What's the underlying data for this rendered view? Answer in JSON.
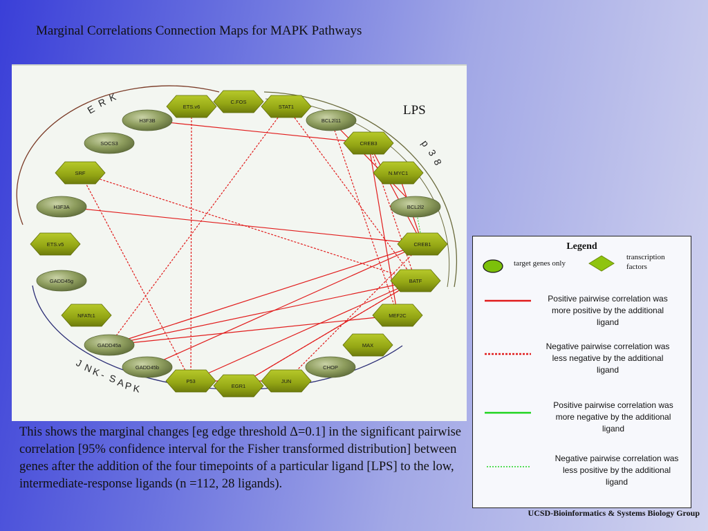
{
  "title": "Marginal Correlations Connection Maps for MAPK Pathways",
  "diagram": {
    "ligand_label": "LPS",
    "arc_labels": {
      "erk": "ERK",
      "p38": "p38",
      "jnk": "JNK-SAPK"
    },
    "nodes": [
      {
        "id": "ETS.v6",
        "shape": "diamond"
      },
      {
        "id": "C.FOS",
        "shape": "diamond"
      },
      {
        "id": "STAT1",
        "shape": "diamond"
      },
      {
        "id": "H3F3B",
        "shape": "ellipse"
      },
      {
        "id": "BCL2l11",
        "shape": "ellipse"
      },
      {
        "id": "SOCS3",
        "shape": "ellipse"
      },
      {
        "id": "CREB3",
        "shape": "diamond"
      },
      {
        "id": "SRF",
        "shape": "diamond"
      },
      {
        "id": "N.MYC1",
        "shape": "diamond"
      },
      {
        "id": "H3F3A",
        "shape": "ellipse"
      },
      {
        "id": "BCL2l2",
        "shape": "ellipse"
      },
      {
        "id": "CREB1",
        "shape": "diamond"
      },
      {
        "id": "ETS.v5",
        "shape": "diamond"
      },
      {
        "id": "GADD45g",
        "shape": "ellipse"
      },
      {
        "id": "BATF",
        "shape": "diamond"
      },
      {
        "id": "NFATc1",
        "shape": "diamond"
      },
      {
        "id": "MEF2C",
        "shape": "diamond"
      },
      {
        "id": "MAX",
        "shape": "diamond"
      },
      {
        "id": "GADD45a",
        "shape": "ellipse"
      },
      {
        "id": "GADD45b",
        "shape": "ellipse"
      },
      {
        "id": "CHOP",
        "shape": "ellipse"
      },
      {
        "id": "P53",
        "shape": "diamond"
      },
      {
        "id": "EGR1",
        "shape": "diamond"
      },
      {
        "id": "JUN",
        "shape": "diamond"
      }
    ],
    "edges": [
      {
        "from": "H3F3B",
        "to": "CREB3",
        "type": "positive-more-positive"
      },
      {
        "from": "H3F3A",
        "to": "CREB1",
        "type": "positive-more-positive"
      },
      {
        "from": "BCL2l11",
        "to": "BCL2l2",
        "type": "positive-more-positive"
      },
      {
        "from": "CREB3",
        "to": "CREB1",
        "type": "positive-more-positive"
      },
      {
        "from": "CREB3",
        "to": "MEF2C",
        "type": "positive-more-positive"
      },
      {
        "from": "N.MYC1",
        "to": "CREB1",
        "type": "positive-more-positive"
      },
      {
        "from": "CREB1",
        "to": "GADD45a",
        "type": "positive-more-positive"
      },
      {
        "from": "BATF",
        "to": "GADD45a",
        "type": "positive-more-positive"
      },
      {
        "from": "BATF",
        "to": "P53",
        "type": "positive-more-positive"
      },
      {
        "from": "BATF",
        "to": "EGR1",
        "type": "positive-more-positive"
      },
      {
        "from": "CREB1",
        "to": "GADD45b",
        "type": "positive-more-positive"
      },
      {
        "from": "MEF2C",
        "to": "GADD45a",
        "type": "positive-more-positive"
      },
      {
        "from": "P53",
        "to": "JUN",
        "type": "positive-more-positive"
      },
      {
        "from": "ETS.v6",
        "to": "P53",
        "type": "negative-less-negative"
      },
      {
        "from": "STAT1",
        "to": "GADD45a",
        "type": "negative-less-negative"
      },
      {
        "from": "STAT1",
        "to": "BATF",
        "type": "negative-less-negative"
      },
      {
        "from": "BCL2l11",
        "to": "MEF2C",
        "type": "negative-less-negative"
      },
      {
        "from": "SRF",
        "to": "P53",
        "type": "negative-less-negative"
      },
      {
        "from": "SRF",
        "to": "BATF",
        "type": "negative-less-negative"
      },
      {
        "from": "CREB3",
        "to": "BATF",
        "type": "negative-less-negative"
      },
      {
        "from": "JUN",
        "to": "CREB1",
        "type": "negative-less-negative"
      },
      {
        "from": "EGR1",
        "to": "BATF",
        "type": "negative-less-negative"
      },
      {
        "from": "BCL2l2",
        "to": "CREB1",
        "type": "negative-less-positive"
      }
    ]
  },
  "legend": {
    "title": "Legend",
    "target_genes_label": "target genes only",
    "transcription_factors_label": "transcription factors",
    "items": [
      {
        "style": "red-solid",
        "color": "#e11b1b",
        "text": "Positive pairwise correlation was more positive by the additional ligand"
      },
      {
        "style": "red-dotted",
        "color": "#e11b1b",
        "text": "Negative pairwise correlation was less negative by the additional ligand"
      },
      {
        "style": "green-solid",
        "color": "#1fd41f",
        "text": "Positive pairwise correlation was more negative by the additional ligand"
      },
      {
        "style": "green-dotted",
        "color": "#1fd41f",
        "text": "Negative pairwise correlation was less positive by the additional ligand"
      }
    ]
  },
  "caption": "This shows the marginal changes [eg  edge threshold  Δ=0.1] in the significant pairwise correlation [95% confidence interval for the Fisher transformed distribution] between genes after the addition of the four timepoints of a particular ligand [LPS] to the low, intermediate-response ligands (n =112, 28 ligands).",
  "footer": "UCSD-Bioinformatics & Systems Biology Group",
  "colors": {
    "node_fill_ellipse": "#8e9d5e",
    "node_fill_diamond": "#93a514",
    "edge_red": "#e11b1b",
    "edge_green": "#1fd41f",
    "arc_erk": "#7a3a26",
    "arc_p38": "#6a6a3c",
    "arc_jnk": "#2b2d75"
  }
}
